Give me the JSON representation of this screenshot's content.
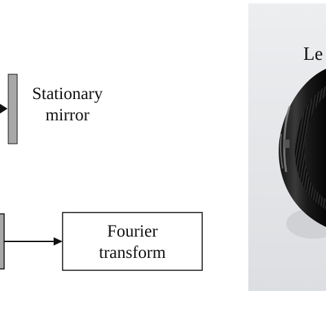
{
  "labels": {
    "stationary_mirror_line1": "Stationary",
    "stationary_mirror_line2": "mirror",
    "fourier_line1": "Fourier",
    "fourier_line2": "transform",
    "photo_caption": "Le"
  },
  "colors": {
    "mirror_fill": "#a8a8a8",
    "stroke": "#111111",
    "photo_bg": "#e6e7e9"
  }
}
